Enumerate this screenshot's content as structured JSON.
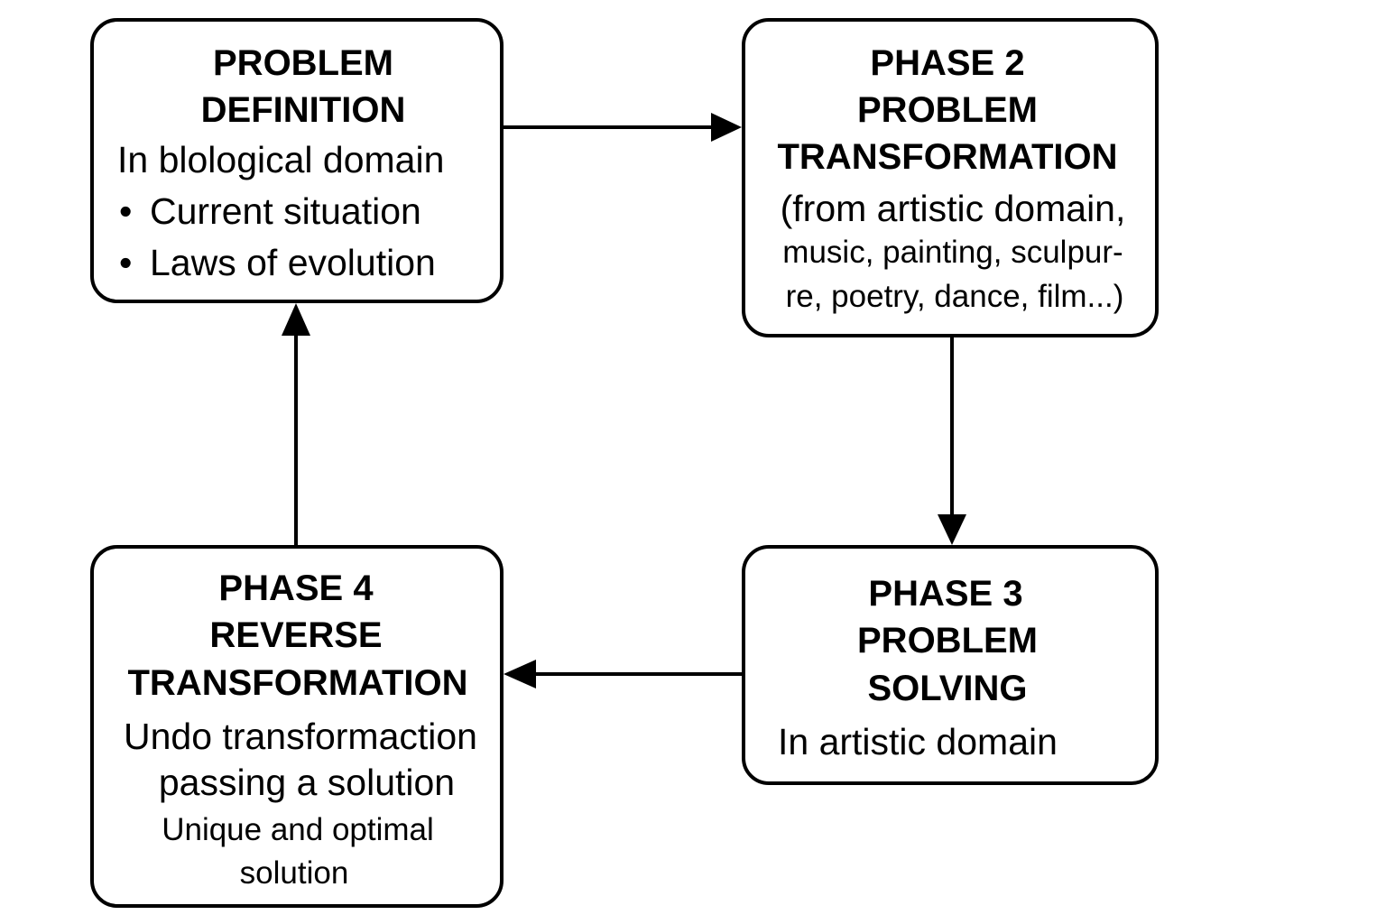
{
  "phase1": {
    "title_line1": "PROBLEM",
    "title_line2": "DEFINITION",
    "subtitle": "In blological domain",
    "bullets": [
      "Current situation",
      "Laws of evolution"
    ]
  },
  "phase2": {
    "title_line1": "PHASE 2",
    "title_line2": "PROBLEM",
    "title_line3": "TRANSFORMATION",
    "desc_line1": "(from artistic domain,",
    "desc_line2": "music, painting, sculpur-",
    "desc_line3": "re, poetry, dance, film...)"
  },
  "phase3": {
    "title_line1": "PHASE 3",
    "title_line2": "PROBLEM",
    "title_line3": "SOLVING",
    "desc": "In artistic domain"
  },
  "phase4": {
    "title_line1": "PHASE 4",
    "title_line2": "REVERSE",
    "title_line3": "TRANSFORMATION",
    "desc_line1": "Undo transformaction",
    "desc_line2": "passing a solution",
    "desc_line3": "Unique and optimal",
    "desc_line4": "solution"
  },
  "bullet_symbol": "•"
}
